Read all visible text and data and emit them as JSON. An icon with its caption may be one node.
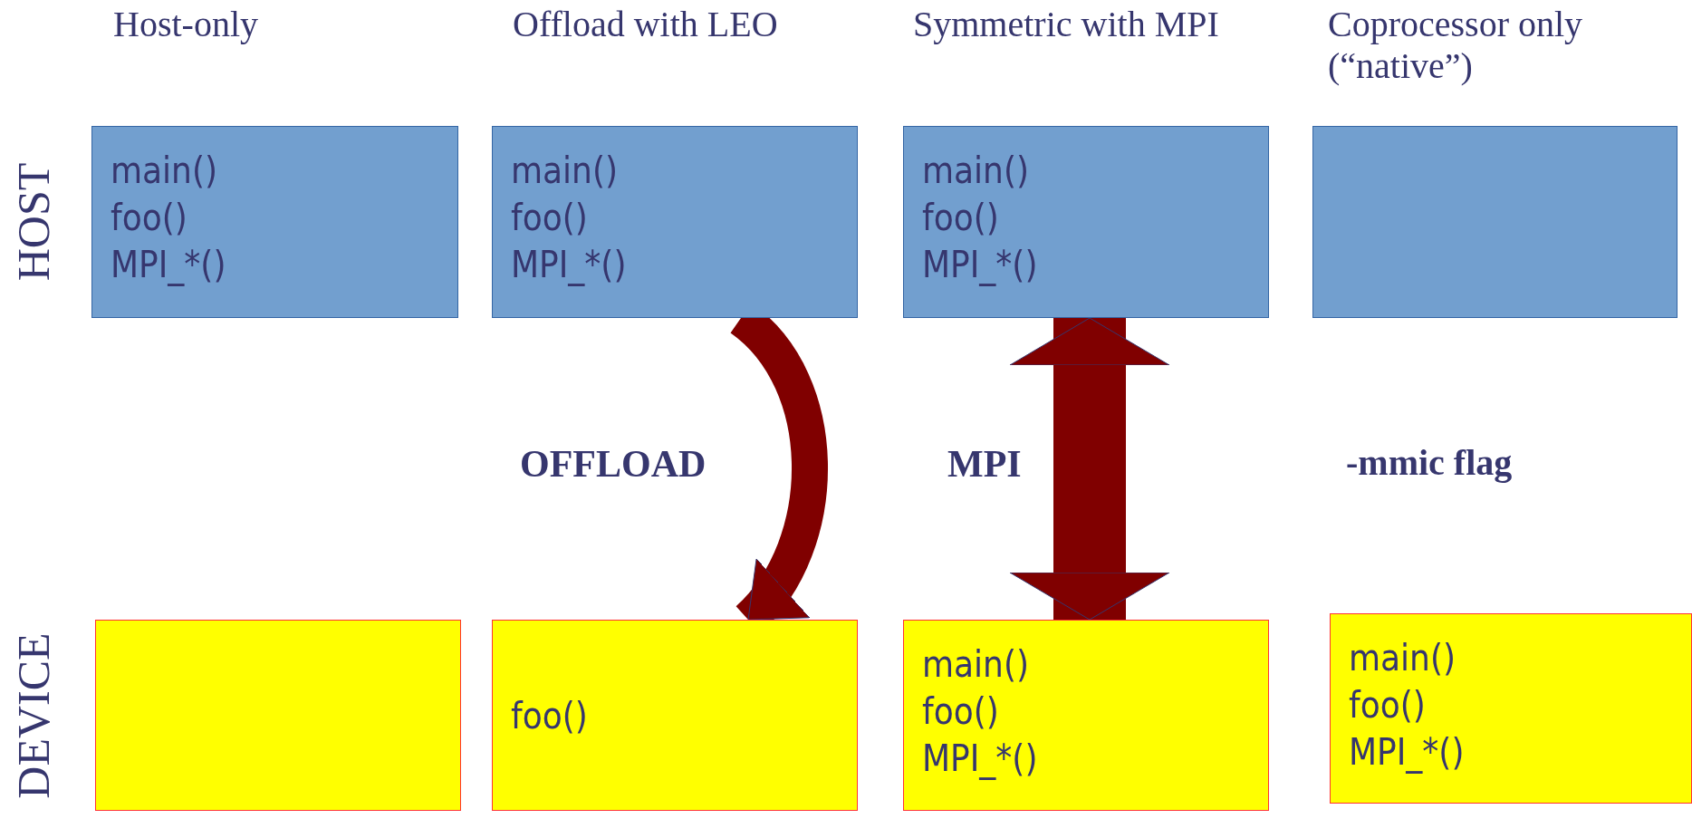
{
  "diagram": {
    "nodes": [
      {
        "text": [
          "main()",
          "foo()",
          "MPI_*()"
        ]
      },
      {
        "text": [
          "main()",
          "foo()",
          "MPI_*()"
        ]
      },
      {
        "text": [
          "main()",
          "foo()",
          "MPI_*()"
        ]
      },
      {
        "text": [],
        "shape": "box"
      },
      {
        "text": [],
        "shape": "box"
      },
      {
        "text": [
          "foo()"
        ]
      },
      {
        "text": [
          "main()",
          "foo()",
          "MPI_*()"
        ]
      },
      {
        "text": [
          "main()",
          "foo()",
          "MPI_*()"
        ]
      }
    ],
    "edges": [
      {
        "from": 1,
        "to": 5,
        "arrow": "to",
        "label": "OFFLOAD"
      },
      {
        "from": 2,
        "to": 6,
        "arrow": "both",
        "label": "MPI",
        "style": "thick"
      }
    ],
    "labels": [
      "Host-only",
      "Offload with LEO",
      "Symmetric with MPI",
      "Coprocessor only (“native”)",
      "HOST",
      "-mmic flag",
      "DEVICE"
    ]
  }
}
